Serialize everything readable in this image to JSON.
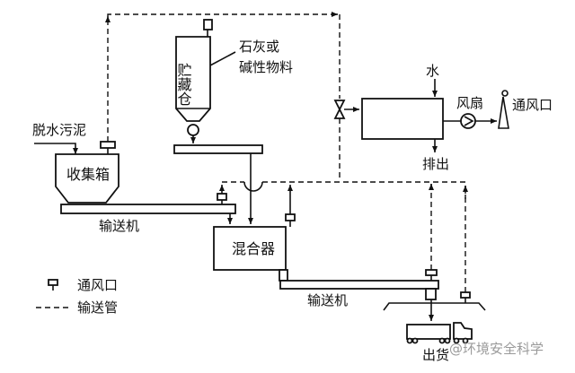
{
  "diagram": {
    "title": "",
    "labels": {
      "storage_bin": "贮藏仓",
      "lime_material": [
        "石灰或",
        "碱性物料"
      ],
      "dewatered_sludge": "脱水污泥",
      "collection_box": "收集箱",
      "conveyor_1": "输送机",
      "mixer": "混合器",
      "conveyor_2": "输送机",
      "water": "水",
      "fan": "风扇",
      "vent_outlet": "通风口",
      "discharge": "排出",
      "shipping": "出货"
    },
    "legend": [
      {
        "symbol": "vent-symbol",
        "label": "通风口"
      },
      {
        "symbol": "dashed-line",
        "label": "输送管"
      }
    ],
    "watermark": "@环境安全科学"
  }
}
